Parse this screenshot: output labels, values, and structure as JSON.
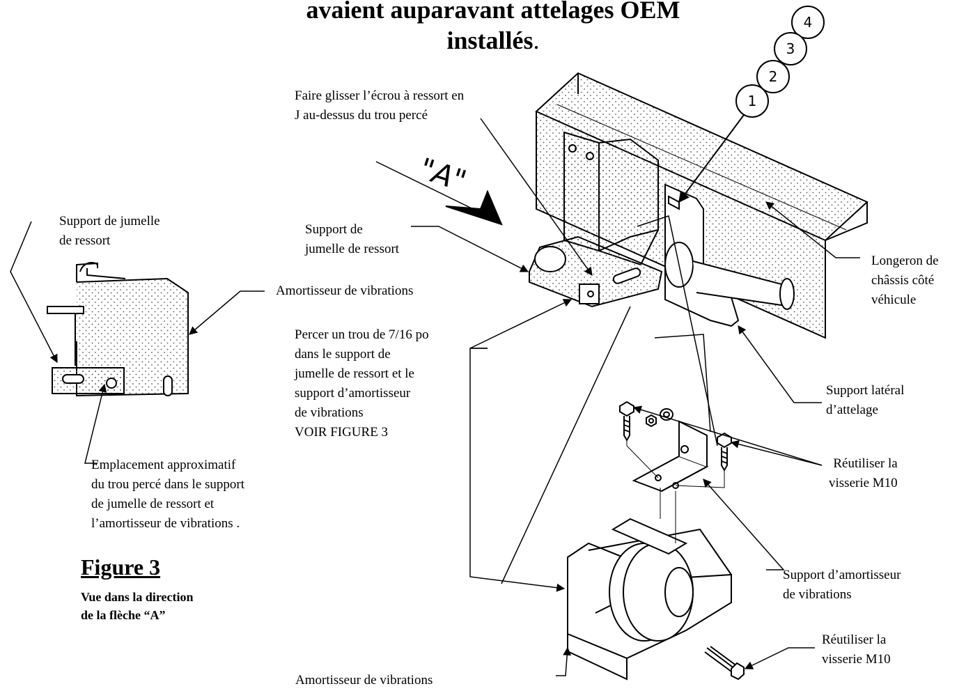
{
  "title": {
    "line1": "avaient auparavant attelages OEM",
    "line2": "installés",
    "period": "."
  },
  "callouts": [
    "1",
    "2",
    "3",
    "4"
  ],
  "arrow_label": "\"A\"",
  "labels": {
    "faire_glisser": "Faire glisser l’écrou à ressort en\nJ au-dessus du trou percé",
    "support_jumelle_left": "Support de jumelle\nde ressort",
    "support_jumelle_main": "Support de\njumelle de ressort",
    "amortisseur_left": "Amortisseur de vibrations",
    "percer": "Percer un trou de 7/16 po\ndans le support de\njumelle de ressort et le\nsupport d’amortisseur\nde vibrations\nVOIR FIGURE 3",
    "emplacement": "Emplacement approximatif\ndu trou percé dans le support\nde jumelle de ressort et\nl’amortisseur de vibrations .",
    "longeron": "Longeron de\nchâssis côté\nvéhicule",
    "support_lateral": "Support latéral\nd’attelage",
    "reutiliser_1": "Réutiliser la\nvisserie M10",
    "support_amortisseur": "Support d’amortisseur\nde vibrations",
    "reutiliser_2": "Réutiliser la\nvisserie M10",
    "amortisseur_bottom": "Amortisseur de vibrations"
  },
  "figure": {
    "title": "Figure 3",
    "caption": "Vue dans la direction\nde la flèche “A”"
  },
  "icons": [
    "j-nut-icon",
    "bolt-icon",
    "nut-icon",
    "washer-icon",
    "arrow-a-icon"
  ]
}
